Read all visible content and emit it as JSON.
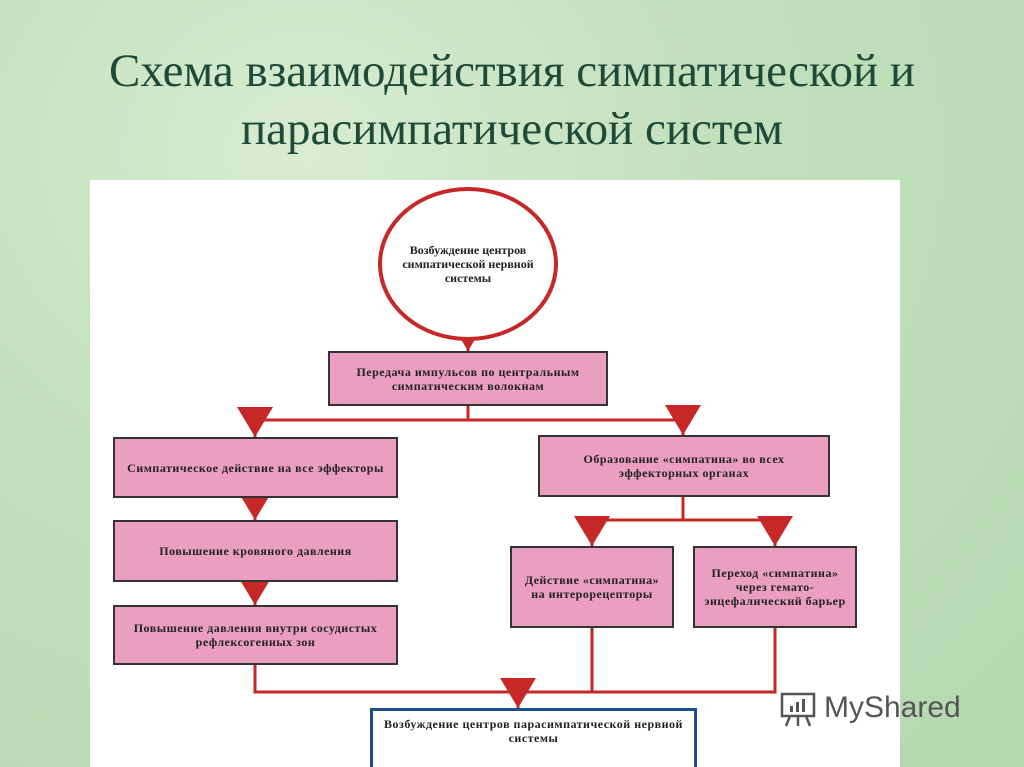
{
  "title": {
    "line1": "Схема взаимодействия симпатической и",
    "line2": "парасимпатической систем"
  },
  "nodes": {
    "start": "Возбуждение центров симпатической нервной системы",
    "transmission": "Передача импульсов по центральным симпатическим волокнам",
    "sympathetic_action": "Симпатическое действие на все эффекторы",
    "sympathin_formation": "Образование «симпатина» во всех эффекторных органах",
    "blood_pressure": "Повышение кровяного давления",
    "reflexogenic": "Повышение давления внутри сосудистых рефлексогенных зон",
    "interoceptors": "Действие «симпатина» на интерорецепторы",
    "barrier": "Переход «симпатина» через гемато-энцефалический барьер",
    "end": "Возбуждение центров парасимпатической нервной системы"
  },
  "colors": {
    "box": "#eb9fc0",
    "arrow": "#c62828",
    "end_border": "#1a4f8a"
  },
  "watermark": "MyShared"
}
